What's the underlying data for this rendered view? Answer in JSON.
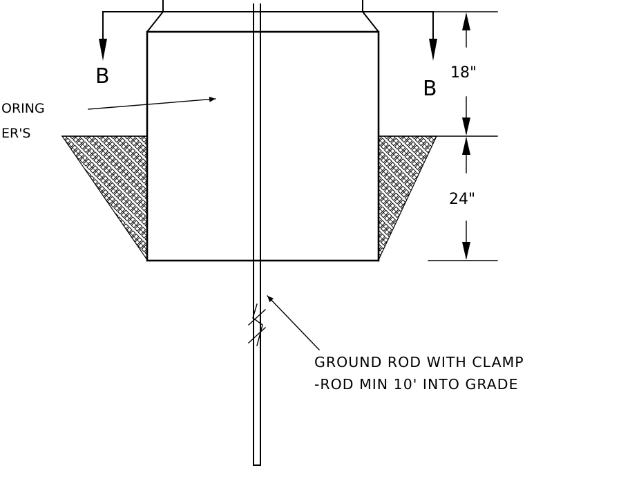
{
  "labels": {
    "section_left": "B",
    "section_right": "B",
    "dim_top": "18\"",
    "dim_bottom": "24\"",
    "left_note_line1": "ORING",
    "left_note_line2": "ER'S",
    "ground_rod_line1": "GROUND ROD WITH CLAMP",
    "ground_rod_line2": "-ROD MIN 10' INTO GRADE"
  },
  "dimensions": {
    "above_grade": "18\"",
    "below_grade": "24\""
  }
}
